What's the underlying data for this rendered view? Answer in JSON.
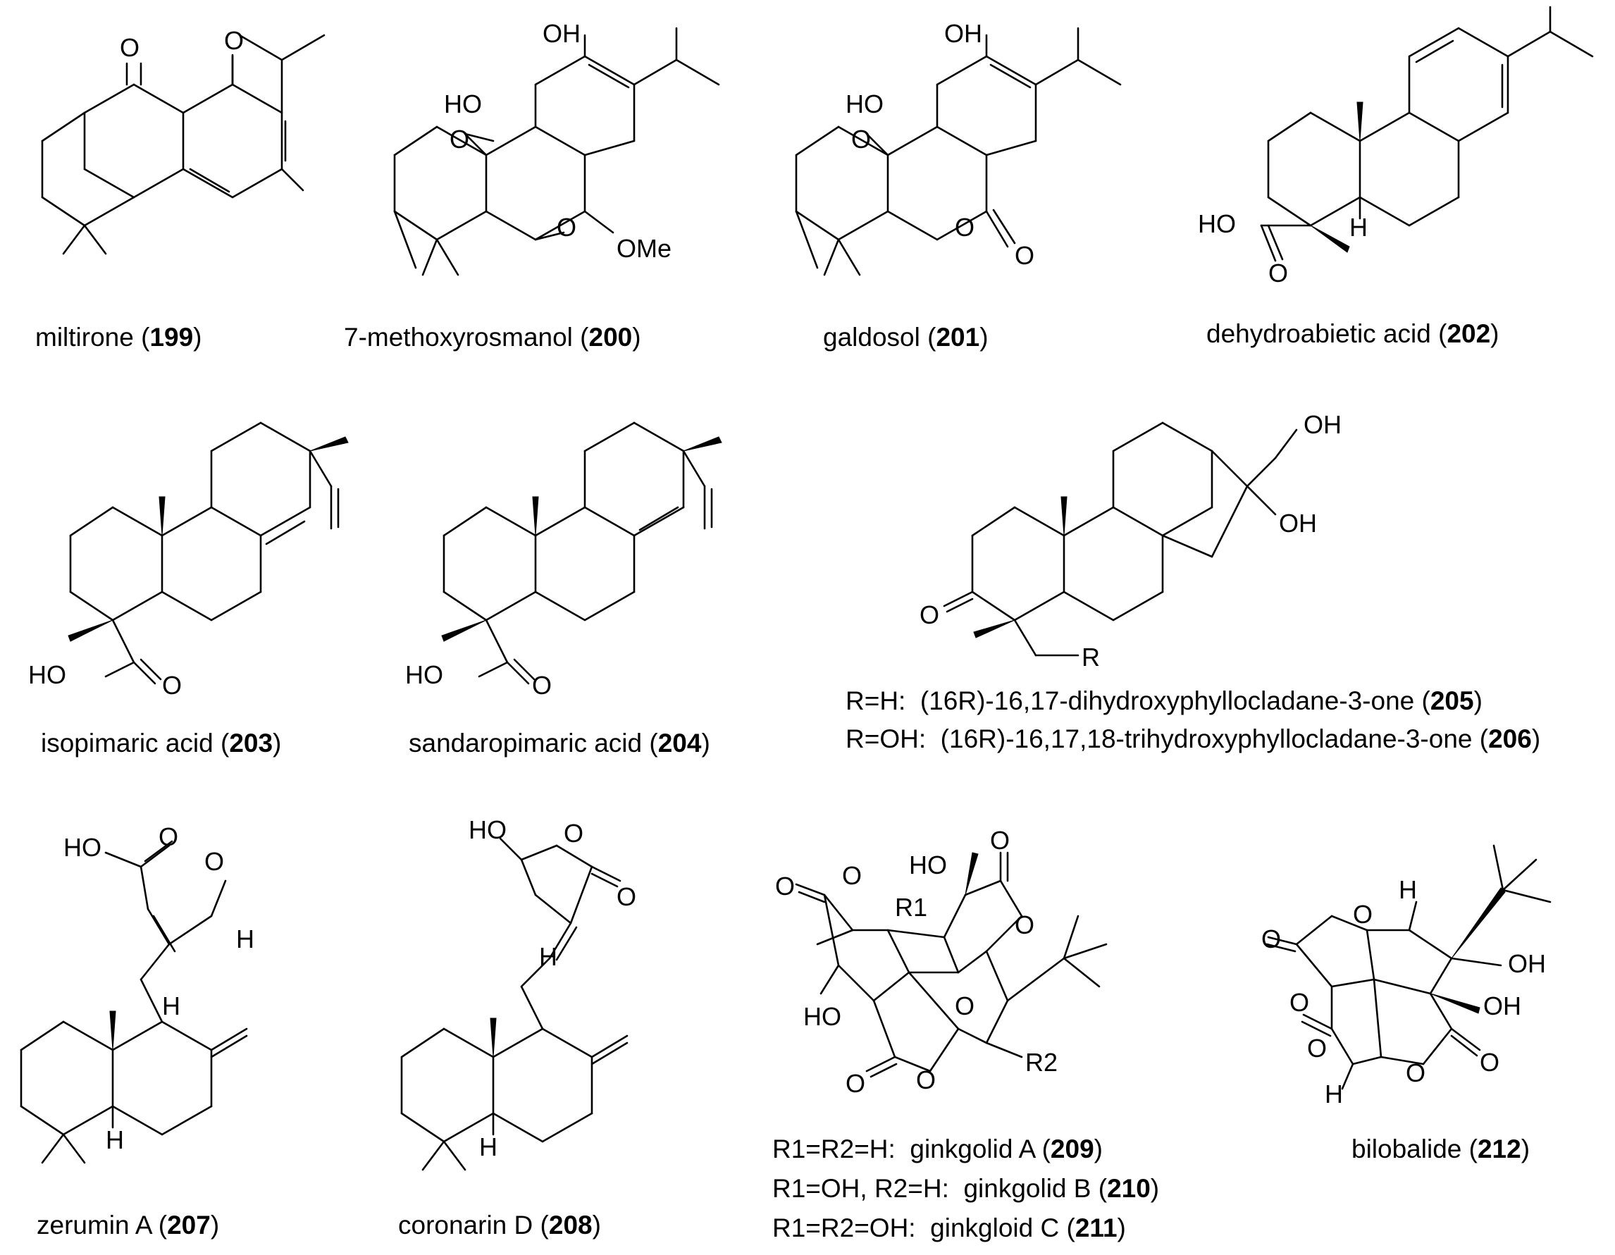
{
  "compounds": [
    {
      "name": "miltirone",
      "number": "199"
    },
    {
      "name": "7-methoxyrosmanol",
      "number": "200"
    },
    {
      "name": "galdosol",
      "number": "201"
    },
    {
      "name": "dehydroabietic acid",
      "number": "202"
    },
    {
      "name": "isopimaric acid",
      "number": "203"
    },
    {
      "name": "sandaropimaric acid",
      "number": "204"
    },
    {
      "name": "zerumin A",
      "number": "207"
    },
    {
      "name": "coronarin D",
      "number": "208"
    },
    {
      "name": "bilobalide",
      "number": "212"
    }
  ],
  "variants_205_206": [
    {
      "subst": "R=H:",
      "name": "(16R)-16,17-dihydroxyphyllocladane-3-one",
      "number": "205"
    },
    {
      "subst": "R=OH:",
      "name": "(16R)-16,17,18-trihydroxyphyllocladane-3-one",
      "number": "206"
    }
  ],
  "variants_209_211": [
    {
      "subst": "R1=R2=H:",
      "name": "ginkgolid A",
      "number": "209"
    },
    {
      "subst": "R1=OH, R2=H:",
      "name": "ginkgolid B",
      "number": "210"
    },
    {
      "subst": "R1=R2=OH:",
      "name": "ginkgloid C",
      "number": "211"
    }
  ],
  "atom_labels": {
    "o": "O",
    "oh": "OH",
    "ho": "HO",
    "h": "H",
    "ome": "OMe",
    "r": "R",
    "r1": "R1",
    "r2": "R2"
  }
}
